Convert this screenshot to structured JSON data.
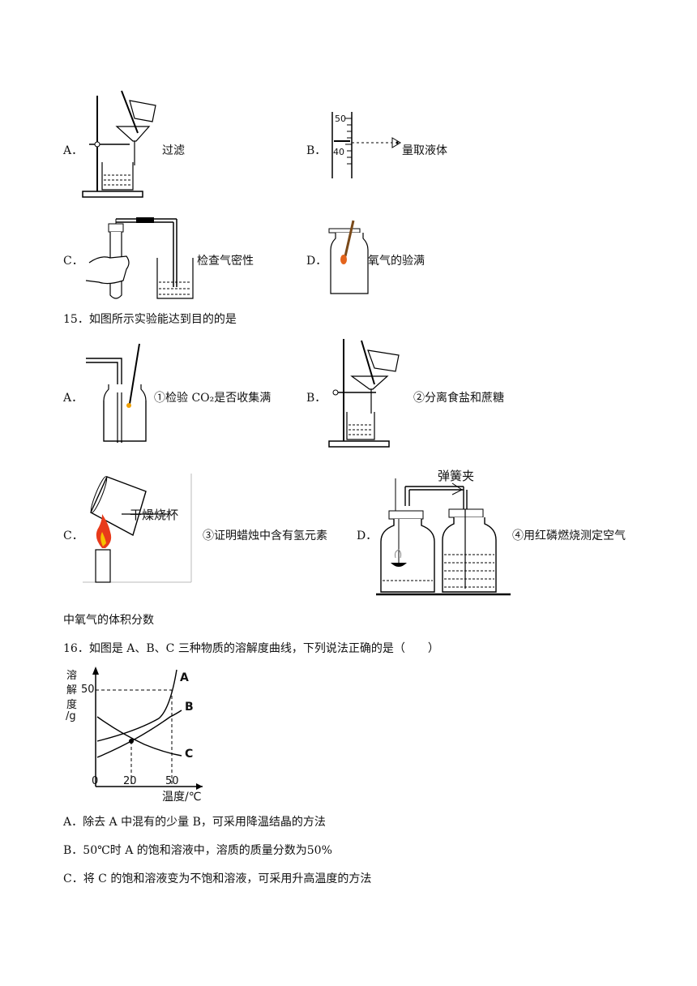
{
  "q14": {
    "A": {
      "letter": "A．",
      "caption": "过滤"
    },
    "B": {
      "letter": "B．",
      "caption": "量取液体",
      "tick_top": "50",
      "tick_bottom": "40"
    },
    "C": {
      "letter": "C．",
      "caption": "检查气密性"
    },
    "D": {
      "letter": "D．",
      "caption": "氧气的验满"
    }
  },
  "q15": {
    "stem": "15．如图所示实验能达到目的的是",
    "A": {
      "letter": "A．",
      "caption": "①检验 CO₂是否收集满"
    },
    "B": {
      "letter": "B．",
      "caption": "②分离食盐和蔗糖"
    },
    "C": {
      "letter": "C．",
      "caption": "③证明蜡烛中含有氢元素",
      "figure_label": "干燥烧杯"
    },
    "D": {
      "letter": "D．",
      "caption": "④用红磷燃烧测定空气",
      "figure_label": "弹簧夹"
    },
    "continuation": "中氧气的体积分数"
  },
  "q16": {
    "stem": "16．如图是 A、B、C 三种物质的溶解度曲线，下列说法正确的是（　　）",
    "chart_labels": {
      "y_axis": [
        "溶",
        "解",
        "度",
        "/g"
      ],
      "x_axis": "温度/℃",
      "tick_y": "50",
      "tick_x": [
        "0",
        "20",
        "50"
      ],
      "curve_labels": [
        "A",
        "B",
        "C"
      ]
    },
    "options": [
      "A．除去 A 中混有的少量 B，可采用降温结晶的方法",
      "B．50℃时 A 的饱和溶液中，溶质的质量分数为50%",
      "C．将 C 的饱和溶液变为不饱和溶液，可采用升高温度的方法"
    ]
  }
}
